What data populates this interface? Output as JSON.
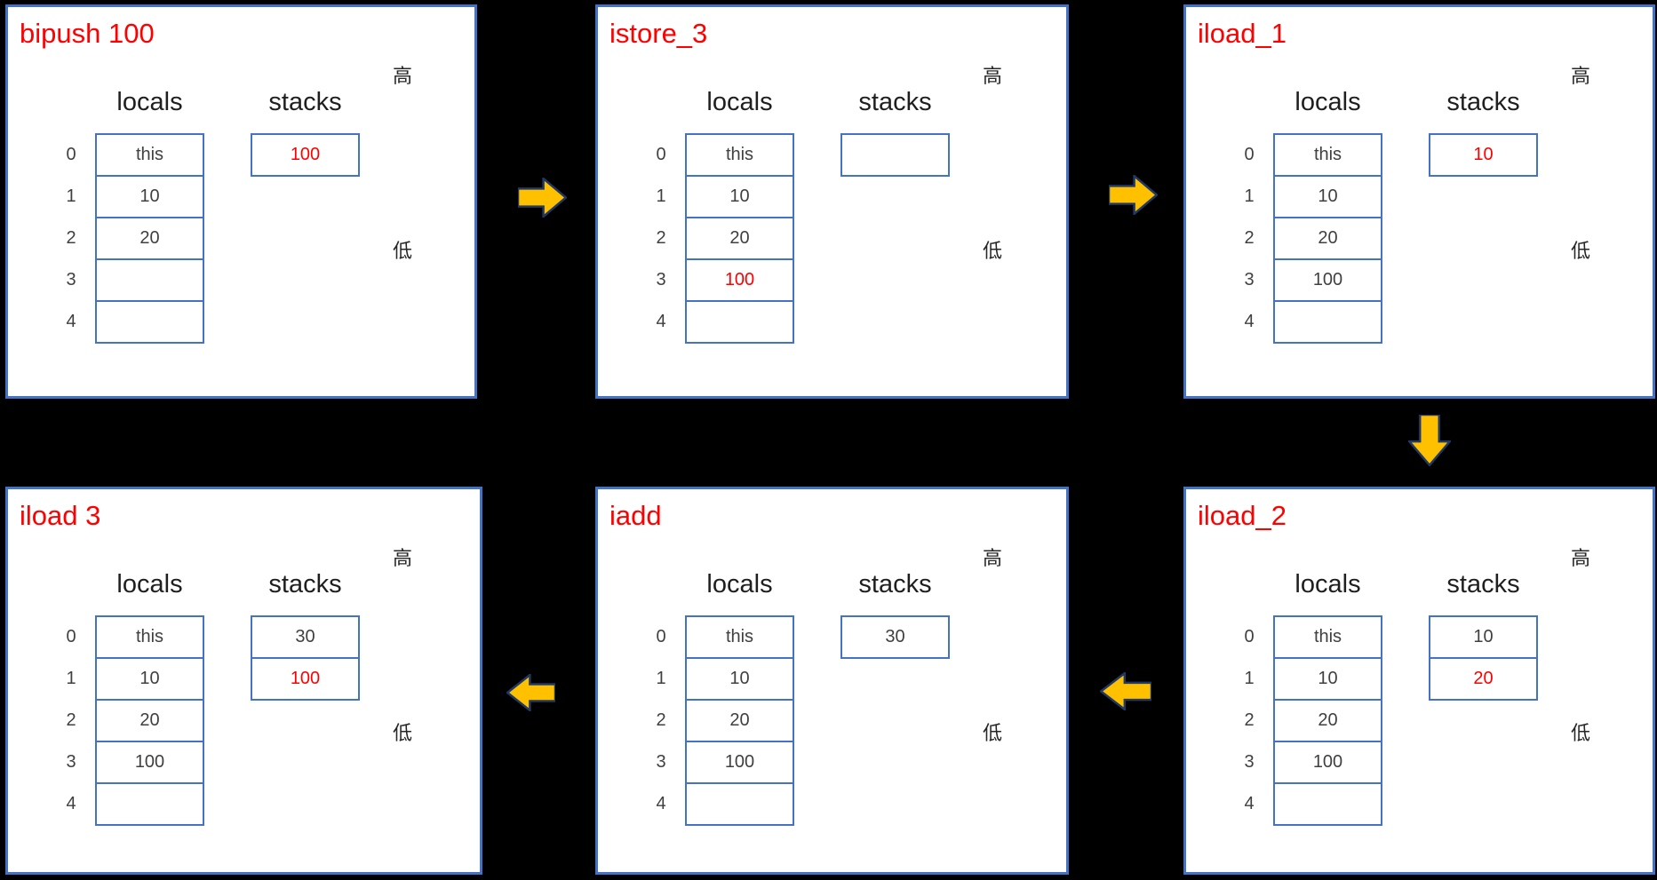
{
  "shared": {
    "locals_header": "locals",
    "stacks_header": "stacks",
    "high_label": "高",
    "low_label": "低"
  },
  "panels": [
    {
      "title": "bipush 100",
      "locals": [
        {
          "index": "0",
          "value": "this",
          "red": false
        },
        {
          "index": "1",
          "value": "10",
          "red": false
        },
        {
          "index": "2",
          "value": "20",
          "red": false
        },
        {
          "index": "3",
          "value": "",
          "red": false
        },
        {
          "index": "4",
          "value": "",
          "red": false
        }
      ],
      "stacks": [
        {
          "value": "100",
          "red": true
        }
      ]
    },
    {
      "title": "istore_3",
      "locals": [
        {
          "index": "0",
          "value": "this",
          "red": false
        },
        {
          "index": "1",
          "value": "10",
          "red": false
        },
        {
          "index": "2",
          "value": "20",
          "red": false
        },
        {
          "index": "3",
          "value": "100",
          "red": true
        },
        {
          "index": "4",
          "value": "",
          "red": false
        }
      ],
      "stacks": [
        {
          "value": "",
          "red": false
        }
      ]
    },
    {
      "title": "iload_1",
      "locals": [
        {
          "index": "0",
          "value": "this",
          "red": false
        },
        {
          "index": "1",
          "value": "10",
          "red": false
        },
        {
          "index": "2",
          "value": "20",
          "red": false
        },
        {
          "index": "3",
          "value": "100",
          "red": false
        },
        {
          "index": "4",
          "value": "",
          "red": false
        }
      ],
      "stacks": [
        {
          "value": "10",
          "red": true
        }
      ]
    },
    {
      "title": "iload 3",
      "locals": [
        {
          "index": "0",
          "value": "this",
          "red": false
        },
        {
          "index": "1",
          "value": "10",
          "red": false
        },
        {
          "index": "2",
          "value": "20",
          "red": false
        },
        {
          "index": "3",
          "value": "100",
          "red": false
        },
        {
          "index": "4",
          "value": "",
          "red": false
        }
      ],
      "stacks": [
        {
          "value": "30",
          "red": false
        },
        {
          "value": "100",
          "red": true
        }
      ]
    },
    {
      "title": "iadd",
      "locals": [
        {
          "index": "0",
          "value": "this",
          "red": false
        },
        {
          "index": "1",
          "value": "10",
          "red": false
        },
        {
          "index": "2",
          "value": "20",
          "red": false
        },
        {
          "index": "3",
          "value": "100",
          "red": false
        },
        {
          "index": "4",
          "value": "",
          "red": false
        }
      ],
      "stacks": [
        {
          "value": "30",
          "red": false
        }
      ]
    },
    {
      "title": "iload_2",
      "locals": [
        {
          "index": "0",
          "value": "this",
          "red": false
        },
        {
          "index": "1",
          "value": "10",
          "red": false
        },
        {
          "index": "2",
          "value": "20",
          "red": false
        },
        {
          "index": "3",
          "value": "100",
          "red": false
        },
        {
          "index": "4",
          "value": "",
          "red": false
        }
      ],
      "stacks": [
        {
          "value": "10",
          "red": false
        },
        {
          "value": "20",
          "red": true
        }
      ]
    }
  ],
  "arrows": [
    {
      "direction": "right",
      "from": "bipush 100",
      "to": "istore_3"
    },
    {
      "direction": "right",
      "from": "istore_3",
      "to": "iload_1"
    },
    {
      "direction": "down",
      "from": "iload_1",
      "to": "iload_2"
    },
    {
      "direction": "left",
      "from": "iload_2",
      "to": "iadd"
    },
    {
      "direction": "left",
      "from": "iadd",
      "to": "iload 3"
    }
  ],
  "colors": {
    "background": "#000000",
    "panel_background": "#ffffff",
    "panel_border": "#4472c4",
    "title_text": "#ff0000",
    "header_text": "#1f1f1f",
    "value_text": "#404040",
    "highlight_text": "#ff0000",
    "arrow_fill": "#ffc000",
    "arrow_stroke": "#203864"
  }
}
